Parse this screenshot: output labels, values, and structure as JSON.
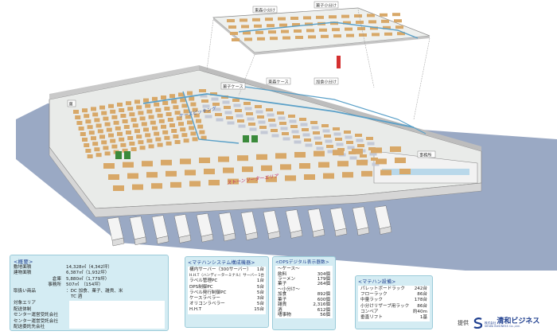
{
  "labels": {
    "mezzanine_left": "東森小分け",
    "mezzanine_right": "菓子小分け",
    "zone_a": "菓子ケース",
    "zone_b": "東森ケース",
    "zone_c": "加食小分け",
    "picking_area": "ケースピッキング",
    "sorting_area": "ストーンソーターエリア",
    "office_tag": "事務所",
    "zone_d": "菓"
  },
  "overview": {
    "title": "<概要>",
    "rows": [
      {
        "k": "敷地面積",
        "v": "14,328㎡（4,342坪）"
      },
      {
        "k": "建物面積",
        "v": "6,387㎡（1,932坪）"
      },
      {
        "k": "倉庫",
        "v": "5,880㎡（1,779坪）"
      },
      {
        "k": "事務所",
        "v": "507㎡　（154坪）"
      }
    ],
    "items_k": "取扱い商品",
    "items_v1": "：DC 加食、菓子、雑貨、米",
    "items_v2": "TC 酒",
    "rows2": [
      "対象エリア",
      "配送体制",
      "センター運営受託会社",
      "センター運営受託会社",
      "配送委託先会社"
    ]
  },
  "matehan": {
    "title": "<マテハンシステム構成機器>",
    "rows": [
      {
        "k": "構内サーバー（300サーバー）",
        "v": "1台"
      },
      {
        "k": "H.H.T（ハンディーターミナル）サーバー",
        "v": "1台"
      },
      {
        "k": "ラベル管理PC",
        "v": "1台"
      },
      {
        "k": "DPS制御PC",
        "v": "5台"
      },
      {
        "k": "ラベル発行制御PC",
        "v": "5台"
      },
      {
        "k": "ケースラベラー",
        "v": "3台"
      },
      {
        "k": "オリコンラベラー",
        "v": "5台"
      },
      {
        "k": "H.H.T",
        "v": "15台"
      }
    ]
  },
  "dps": {
    "title": "<DPSデジタル表示器数>",
    "case_head": "～ケース～",
    "case_rows": [
      {
        "k": "飲料",
        "v": "304個"
      },
      {
        "k": "ラーメン",
        "v": "179個"
      },
      {
        "k": "菓子",
        "v": "264個"
      }
    ],
    "piece_head": "～小分け～",
    "piece_rows": [
      {
        "k": "加食",
        "v": "892個"
      },
      {
        "k": "菓子",
        "v": "600個"
      },
      {
        "k": "雑貨",
        "v": "2,316個"
      },
      {
        "k": "酒",
        "v": "612個"
      },
      {
        "k": "嗜事物",
        "v": "56個"
      }
    ]
  },
  "equip": {
    "title": "<マテハン設備>",
    "rows": [
      {
        "k": "パレットボードラック",
        "v": "242台"
      },
      {
        "k": "フローラック",
        "v": "86台"
      },
      {
        "k": "中量ラック",
        "v": "178台"
      },
      {
        "k": "小分けリザーブ用ラック",
        "v": "86台"
      },
      {
        "k": "コンベア",
        "v": "約40m"
      },
      {
        "k": "垂直リフト",
        "v": "1基"
      }
    ]
  },
  "credit": {
    "provided": "提供",
    "company_small": "株式会社",
    "company": "清和ビジネス",
    "company_en": "SEIWA BUSINESS Co.,Ltd."
  },
  "colors": {
    "panel": "#d4ecf3",
    "title": "#1f3f8f",
    "floor": "#9aa9c4",
    "rack": "#d8a868",
    "conveyor": "#5aa0c8"
  }
}
